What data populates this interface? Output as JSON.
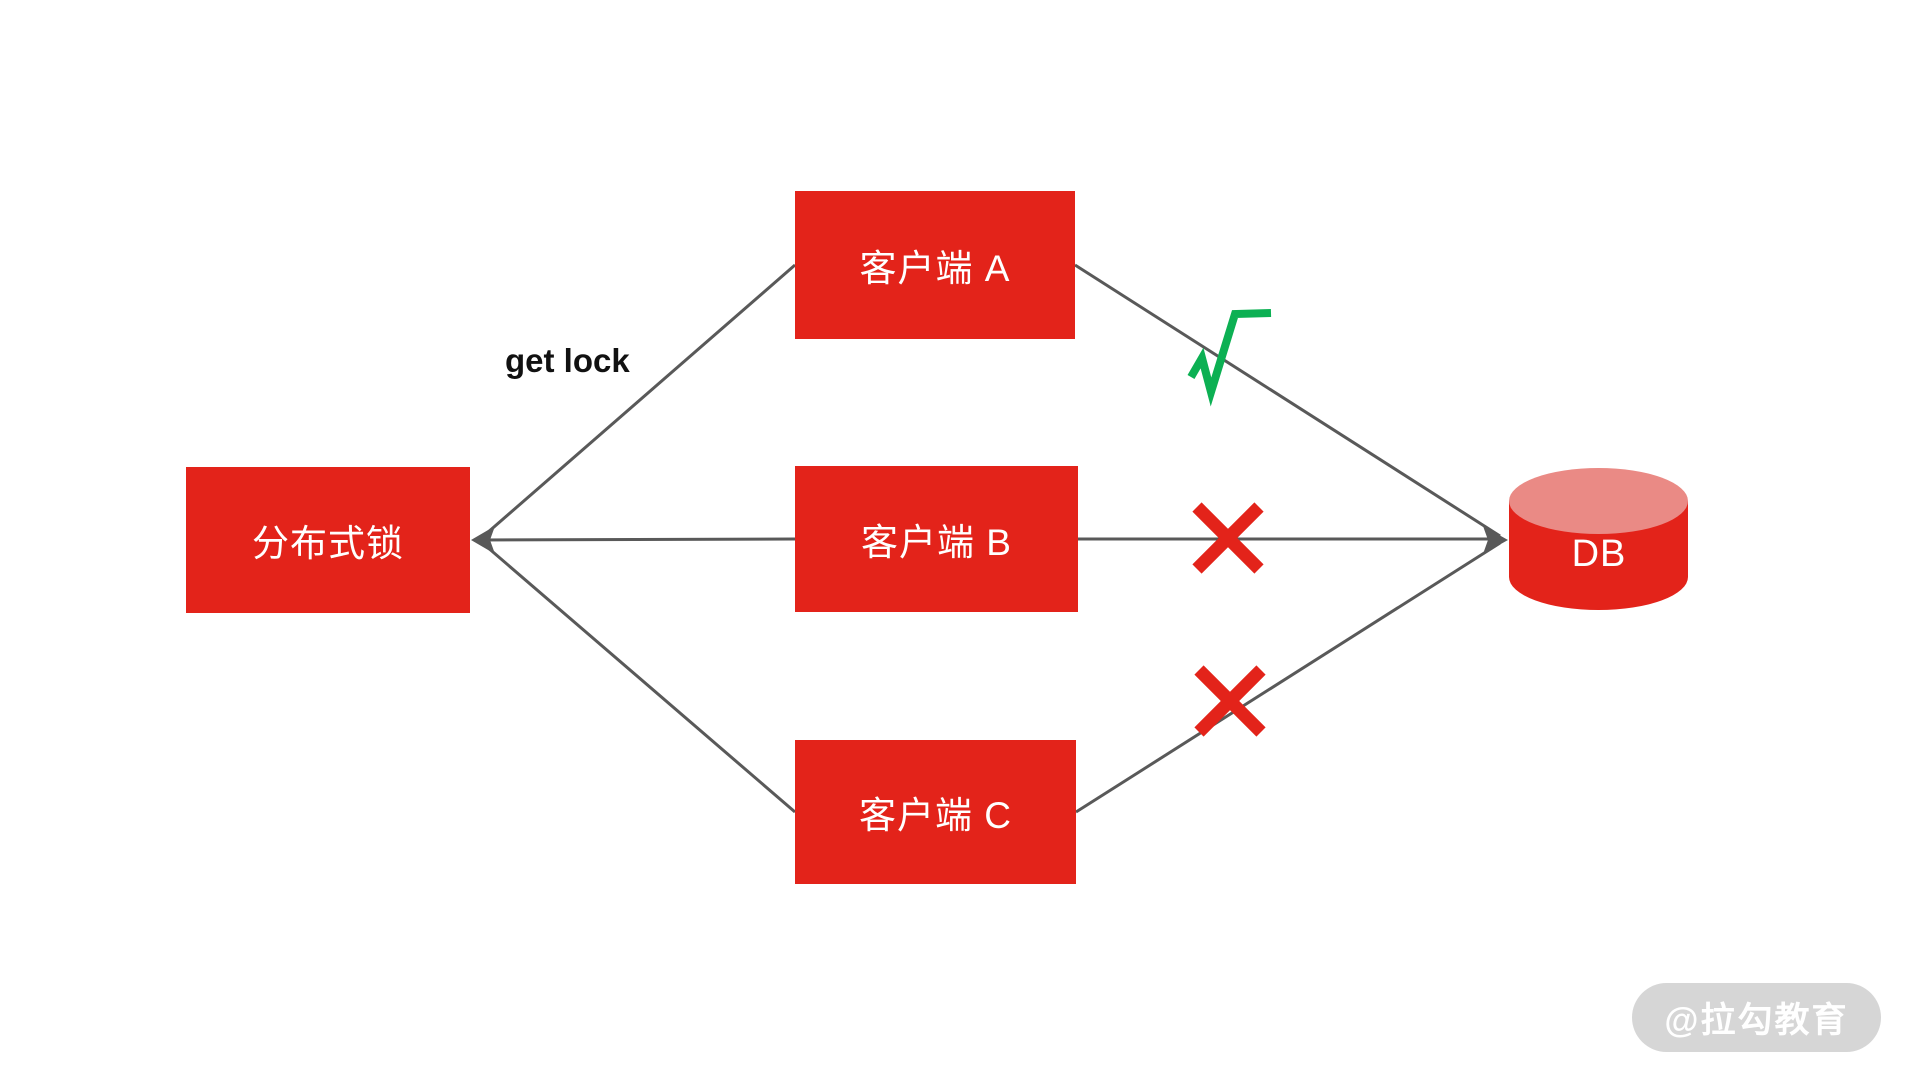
{
  "diagram": {
    "nodes": {
      "lock": {
        "label": "分布式锁"
      },
      "client_a": {
        "label": "客户端 A"
      },
      "client_b": {
        "label": "客户端 B"
      },
      "client_c": {
        "label": "客户端 C"
      },
      "db": {
        "label": "DB"
      }
    },
    "edge_label": "get lock",
    "marks": {
      "a_to_db": "check",
      "b_to_db": "cross",
      "c_to_db": "cross"
    },
    "icons": {
      "check_icon": "√",
      "cross_icon": "✕",
      "arrowhead_left_icon": "◀",
      "arrowhead_right_icon": "▶",
      "database_cylinder_icon": "db-cylinder"
    },
    "colors": {
      "node_red": "#e3231a",
      "db_top_red": "#ea8a85",
      "line_gray": "#595959",
      "check_green": "#0cb053",
      "cross_red": "#e3231a",
      "node_text_white": "#ffffff",
      "edge_label_black": "#111111",
      "watermark_bg": "#d6d6d6",
      "watermark_text": "#ffffff"
    },
    "watermark": "@拉勾教育"
  }
}
